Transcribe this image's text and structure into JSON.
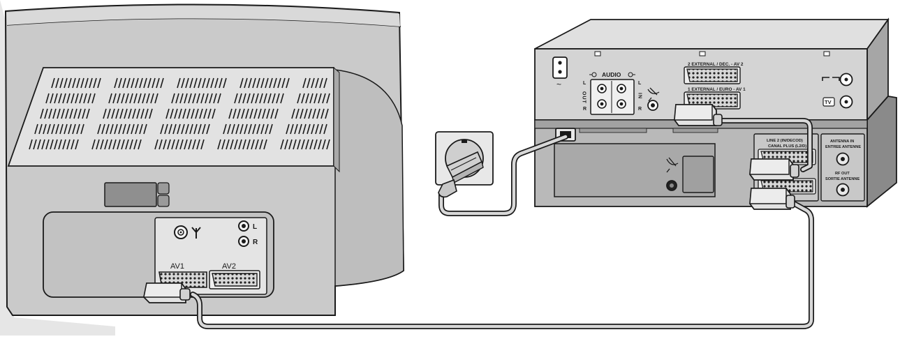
{
  "tv": {
    "port_av1": "AV1",
    "port_av2": "AV2",
    "audio_left": "L",
    "audio_right": "R"
  },
  "vcr_top": {
    "audio_label": "AUDIO",
    "out_label": "OUT",
    "in_label": "IN",
    "left": "L",
    "right": "R",
    "scart2_label": "2 EXTERNAL / DEC. - AV 2",
    "scart1_label": "1 EXTERNAL / EURO - AV 1",
    "tv_badge": "TV",
    "mains_symbol": "~"
  },
  "vcr_bottom": {
    "scart_label_line1": "LINE 2 (IN/DECOD)",
    "scart_label_line2": "CANAL PLUS (L2/D)",
    "antenna_in_1": "ANTENNA IN",
    "antenna_in_2": "ENTREE ANTENNE",
    "rf_out_1": "RF OUT",
    "rf_out_2": "SORTIE ANTENNE"
  },
  "colors": {
    "device_fill": "#c9c9c9",
    "device_light": "#dcdcdc",
    "device_dark": "#8c8c8c",
    "line": "#1a1a1a"
  }
}
